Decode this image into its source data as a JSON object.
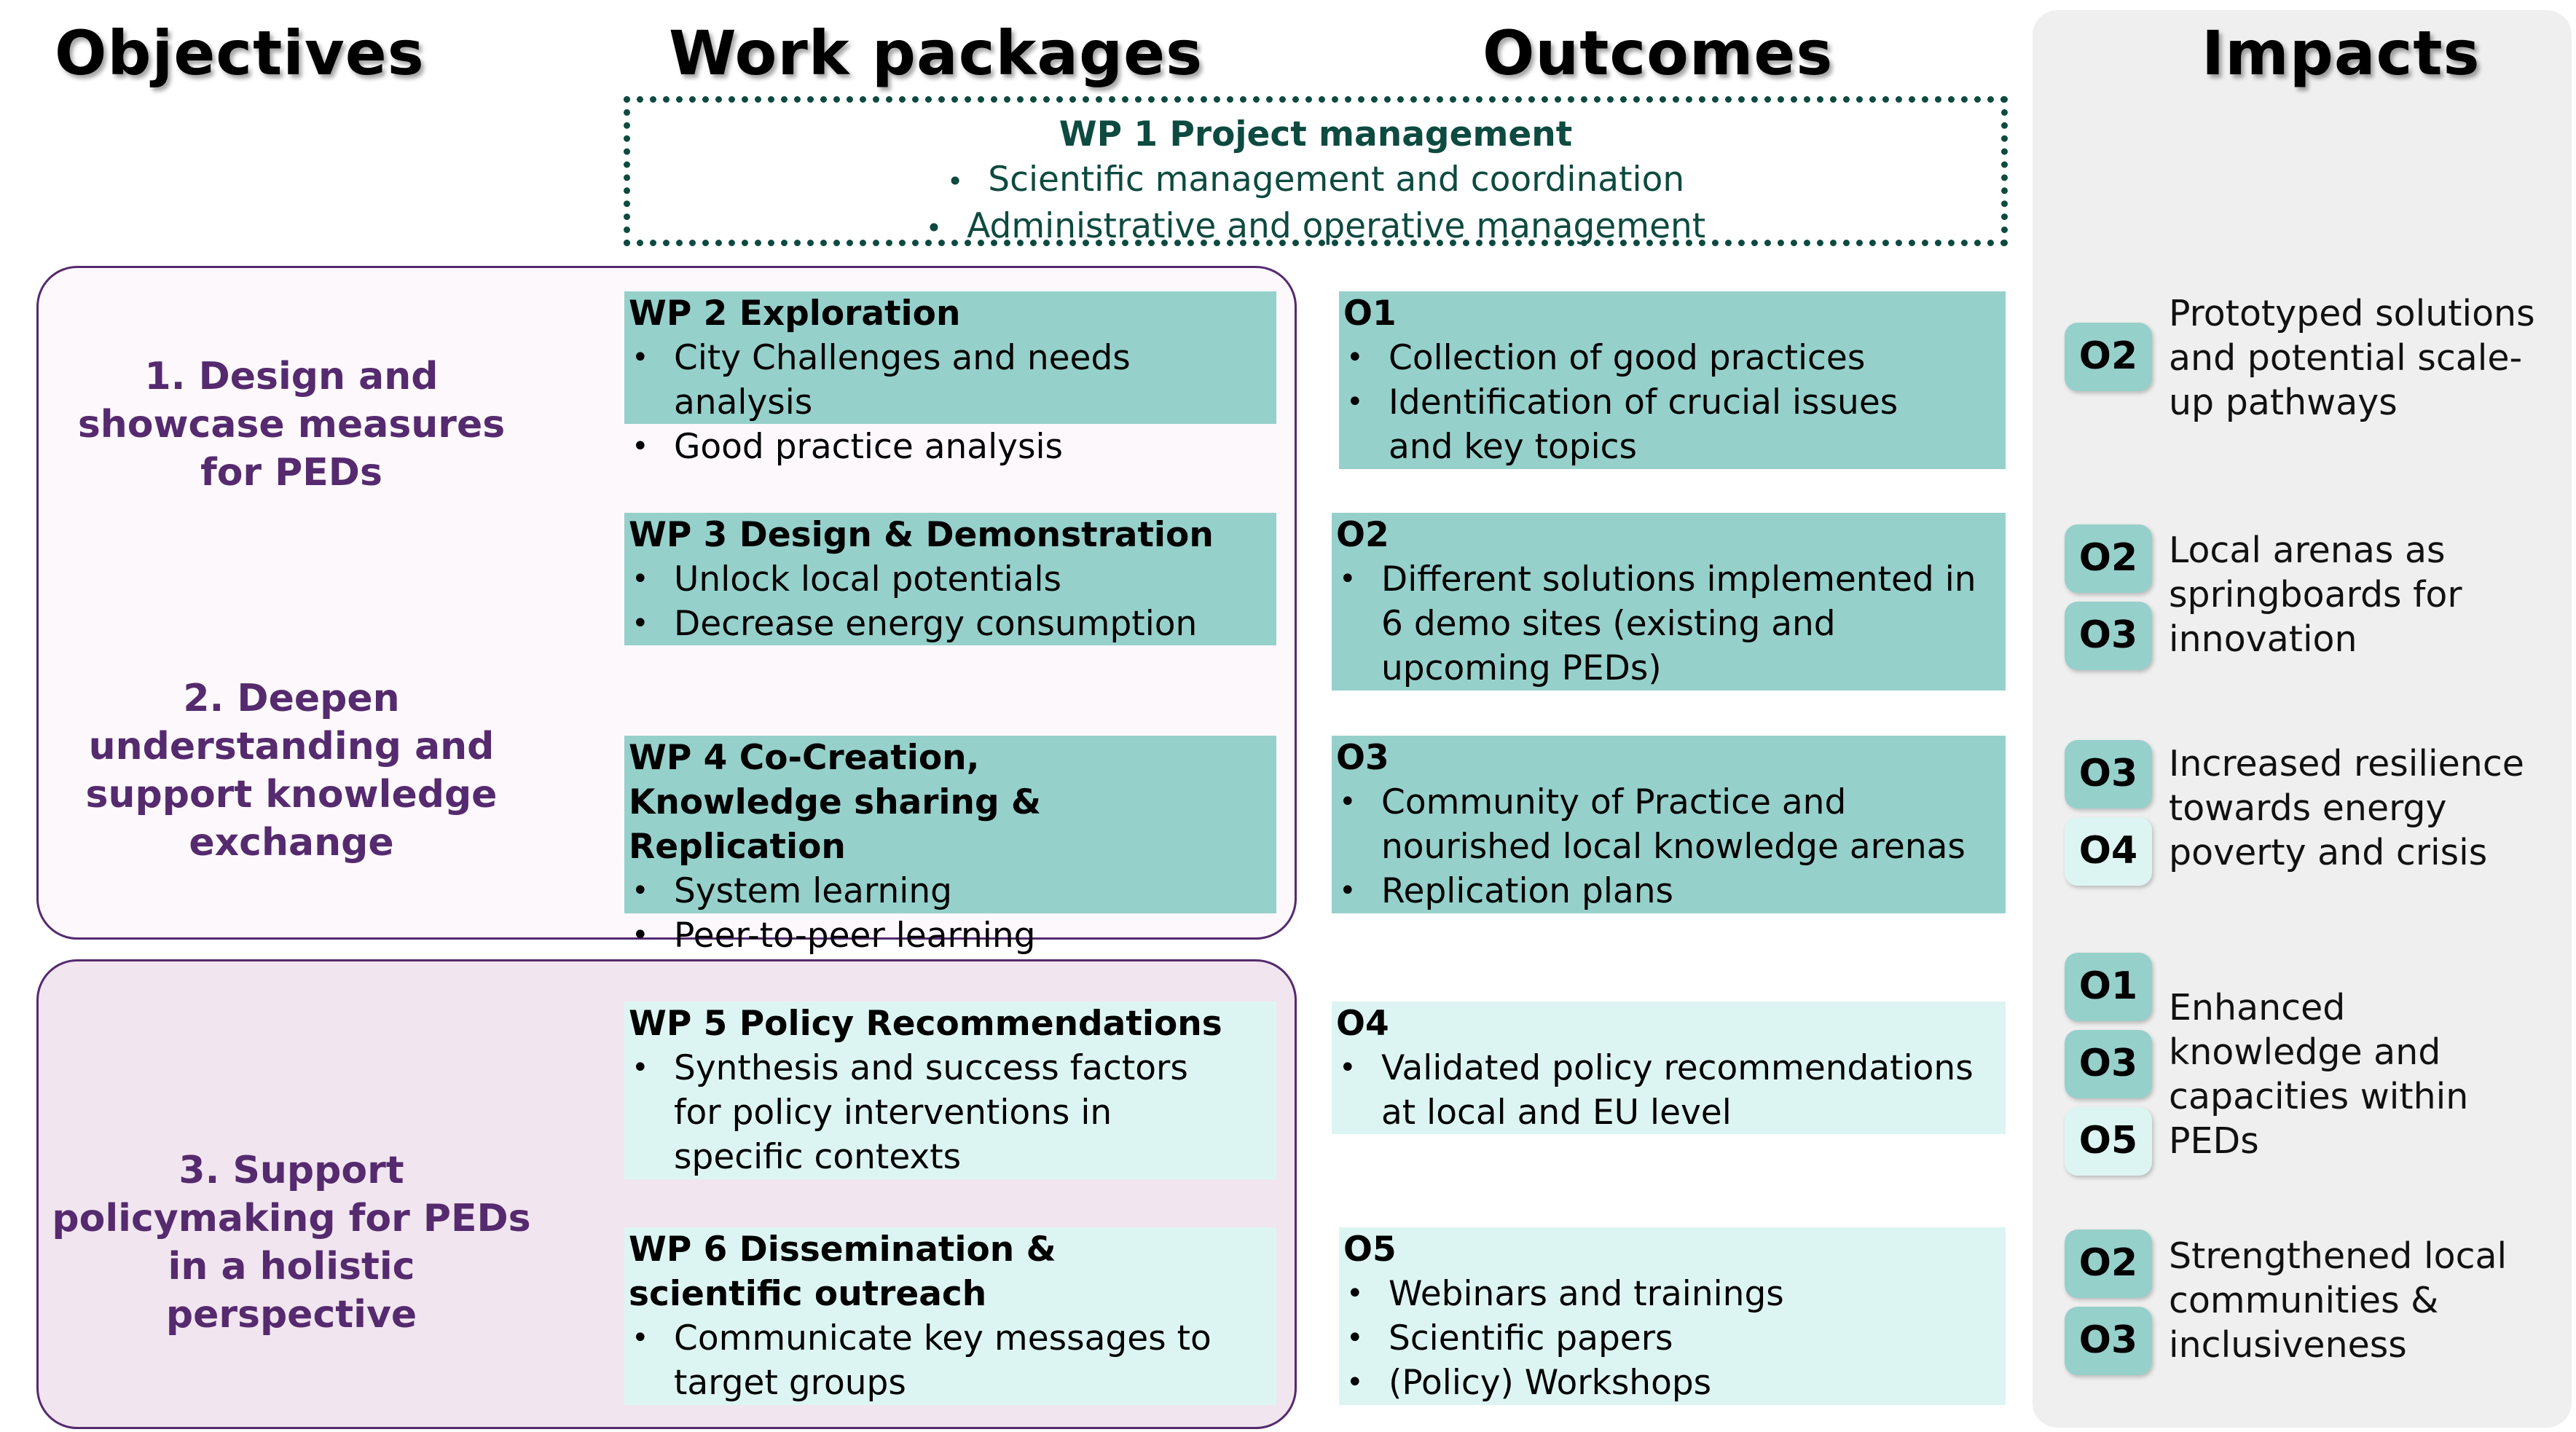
{
  "headings": {
    "objectives": "Objectives",
    "work_packages": "Work packages",
    "outcomes": "Outcomes",
    "impacts": "Impacts"
  },
  "objectives": [
    {
      "label": "1. Design and showcase measures for PEDs"
    },
    {
      "label": "2. Deepen understanding and support knowledge exchange"
    },
    {
      "label": "3. Support policymaking for PEDs in a holistic perspective"
    }
  ],
  "wp1": {
    "title": "WP 1 Project management",
    "bullets": [
      "Scientific management and coordination",
      "Administrative and operative management"
    ]
  },
  "work_packages": [
    {
      "title": "WP 2 Exploration",
      "bullets": [
        "City Challenges and needs analysis",
        "Good practice analysis"
      ]
    },
    {
      "title": "WP 3 Design & Demonstration",
      "bullets": [
        "Unlock local potentials",
        "Decrease energy consumption"
      ]
    },
    {
      "title": "WP 4 Co-Creation, Knowledge sharing & Replication",
      "bullets": [
        "System learning",
        "Peer-to-peer learning"
      ]
    },
    {
      "title": "WP 5 Policy Recommendations",
      "bullets": [
        "Synthesis and success factors for policy interventions in specific contexts"
      ]
    },
    {
      "title": "WP 6 Dissemination & scientific outreach",
      "bullets": [
        "Communicate key messages to target groups"
      ]
    }
  ],
  "outcomes": [
    {
      "code": "O1",
      "bullets": [
        "Collection of good practices",
        "Identification of crucial issues and key topics"
      ]
    },
    {
      "code": "O2",
      "bullets": [
        "Different solutions implemented in 6 demo sites (existing and upcoming PEDs)"
      ]
    },
    {
      "code": "O3",
      "bullets": [
        "Community of Practice and nourished local knowledge arenas",
        "Replication plans"
      ]
    },
    {
      "code": "O4",
      "bullets": [
        "Validated policy recommendations at local and EU level"
      ]
    },
    {
      "code": "O5",
      "bullets": [
        "Webinars and trainings",
        "Scientific papers",
        "(Policy) Workshops"
      ]
    }
  ],
  "impacts": [
    {
      "codes": [
        "O2"
      ],
      "text": "Prototyped solutions and potential scale-up pathways"
    },
    {
      "codes": [
        "O2",
        "O3"
      ],
      "text": "Local arenas as springboards for innovation"
    },
    {
      "codes": [
        "O3",
        "O4"
      ],
      "text": "Increased resilience towards energy poverty and crisis"
    },
    {
      "codes": [
        "O1",
        "O3",
        "O5"
      ],
      "text": "Enhanced knowledge and capacities within PEDs"
    },
    {
      "codes": [
        "O2",
        "O3"
      ],
      "text": "Strengthened local communities & inclusiveness"
    }
  ],
  "colors": {
    "teal": "#96d0cb",
    "light_teal": "#ddf5f2",
    "purple": "#552a6e",
    "dark_green": "#0d4a3f",
    "impacts_panel": "#efefef"
  }
}
